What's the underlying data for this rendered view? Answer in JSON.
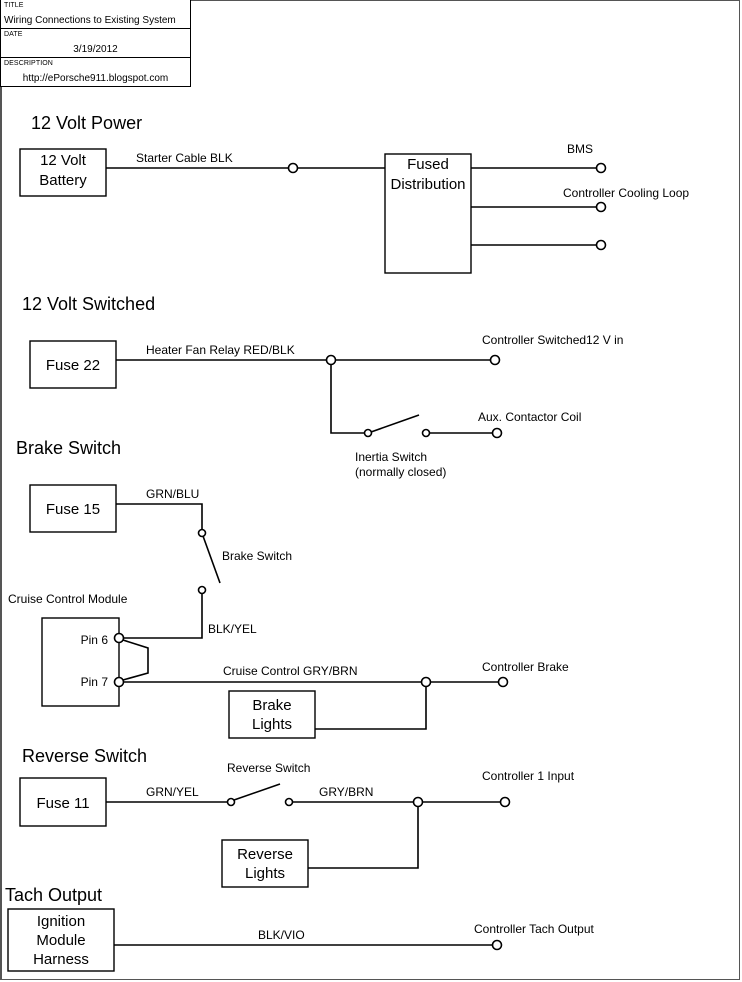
{
  "title_block": {
    "title_label": "TITLE",
    "title": "Wiring Connections to Existing System",
    "date_label": "DATE",
    "date": "3/19/2012",
    "description_label": "DESCRIPTION",
    "description": "http://ePorsche911.blogspot.com"
  },
  "sections": {
    "power": {
      "title": "12 Volt Power",
      "battery": [
        "12 Volt",
        "Battery"
      ],
      "wire_label": "Starter Cable BLK",
      "fused_distribution": [
        "Fused",
        "Distribution"
      ],
      "outputs": [
        "BMS",
        "Controller Cooling Loop",
        ""
      ]
    },
    "switched": {
      "title": "12 Volt Switched",
      "fuse": "Fuse 22",
      "wire_label": "Heater Fan Relay RED/BLK",
      "output_main": "Controller Switched12 V in",
      "output_aux": "Aux. Contactor Coil",
      "switch_label": [
        "Inertia Switch",
        "(normally closed)"
      ]
    },
    "brake": {
      "title": "Brake Switch",
      "fuse": "Fuse 15",
      "wire_in": "GRN/BLU",
      "switch_label": "Brake Switch",
      "module_label": "Cruise Control Module",
      "pin6": "Pin 6",
      "pin7": "Pin 7",
      "wire_pin6": "BLK/YEL",
      "wire_out": "Cruise Control GRY/BRN",
      "output": "Controller Brake",
      "lights": [
        "Brake",
        "Lights"
      ]
    },
    "reverse": {
      "title": "Reverse Switch",
      "fuse": "Fuse 11",
      "wire_in": "GRN/YEL",
      "switch_label": "Reverse Switch",
      "wire_out": "GRY/BRN",
      "output": "Controller 1 Input",
      "lights": [
        "Reverse",
        "Lights"
      ]
    },
    "tach": {
      "title": "Tach Output",
      "source": [
        "Ignition",
        "Module",
        "Harness"
      ],
      "wire_label": "BLK/VIO",
      "output": "Controller Tach Output"
    }
  }
}
